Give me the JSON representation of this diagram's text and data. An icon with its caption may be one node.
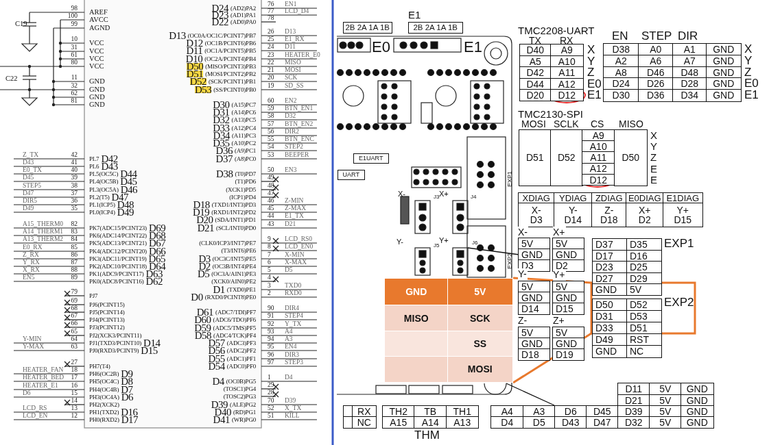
{
  "diagram": {
    "nodes": [
      {
        "text": [
          "GND",
          "5V",
          "MISO",
          "SCK",
          "SS",
          "MOSI"
        ]
      },
      {
        "text": [],
        "shape": "box"
      },
      {
        "text": [],
        "shape": "box"
      },
      {
        "text": [
          "GND"
        ]
      },
      {
        "text": [],
        "shape": "circle"
      },
      {
        "text": [
          "D6"
        ]
      }
    ],
    "edges": [
      {
        "from": 0,
        "to": 1,
        "arrow": "none",
        "style": "thick",
        "color": "#e8792d"
      },
      {
        "from": 0,
        "to": 1,
        "arrow": "none",
        "style": "thick",
        "color": "#e8792d"
      },
      {
        "from": 2,
        "to": 3,
        "arrow": "none",
        "color": "#111111"
      },
      {
        "from": 4,
        "to": 5,
        "arrow": "none",
        "color": "#111111"
      }
    ],
    "labels": [
      "C19",
      "C22",
      "98",
      "AREF",
      "100",
      "AVCC",
      "99",
      "AGND",
      "10",
      "VCC",
      "31",
      "VCC",
      "61",
      "VCC",
      "80",
      "VCC",
      "11",
      "GND",
      "32",
      "GND",
      "62",
      "GND",
      "81",
      "GND",
      "Z_TX",
      "42",
      "PL7",
      "D42",
      "D43",
      "41",
      "PL6",
      "D43",
      "E0_TX",
      "40",
      "PL5(OC5C)",
      "D44",
      "D45",
      "39",
      "PL4(OC5B)",
      "D45",
      "STEP5",
      "38",
      "PL3(OC5A)",
      "D46",
      "D47",
      "37",
      "PL2(T5)",
      "D47",
      "DIR5",
      "36",
      "PL1(ICP5)",
      "D48",
      "D49",
      "35",
      "PL0(ICP4)",
      "D49",
      "A15_THERM0",
      "82",
      "PK7(ADC15/PCINT23)",
      "D69",
      "A14_THERM1",
      "83",
      "PK6(ADC14/PCINT22)",
      "D68",
      "A13_THERM2",
      "84",
      "PK5(ADC13/PCINT21)",
      "D67",
      "E0_RX",
      "85",
      "PK4(ADC12/PCINT20)",
      "D66",
      "Z_RX",
      "86",
      "PK3(ADC11/PCINT19)",
      "D65",
      "Y_RX",
      "87",
      "PK2(ADC10/PCINT18)",
      "D64",
      "X_RX",
      "88",
      "PK1(ADC9/PCINT17)",
      "D63",
      "EN5",
      "89",
      "PK0(ADC8/PCINT16)",
      "D62",
      "79",
      "PJ7",
      "69",
      "PJ6(PCINT15)",
      "68",
      "PJ5(PCINT14)",
      "67",
      "PJ4(PCINT13)",
      "66",
      "PJ3(PCINT12)",
      "65",
      "PJ2(XCK3/PCINT11)",
      "Y-MIN",
      "64",
      "PJ1(TXD3/PCINT10)",
      "D14",
      "Y-MAX",
      "63",
      "PJ0(RXD3/PCINT9)",
      "D15",
      "27",
      "PH7(T4)",
      "HEATER_FAN",
      "18",
      "PH6(OC2B)",
      "D9",
      "HEATER_BED",
      "17",
      "PH5(OC4C)",
      "D8",
      "HEATER_E1",
      "16",
      "PH4(OC4B)",
      "D7",
      "D6",
      "15",
      "PH3(OC4A)",
      "D6",
      "14",
      "PH2(XCK2)",
      "LCD_RS",
      "13",
      "PH1(TXD2)",
      "D16",
      "LCD_EN",
      "12",
      "PH0(RXD2)",
      "D17",
      "D24",
      "(AD2)PA2",
      "76",
      "EN1",
      "D23",
      "(AD1)PA1",
      "77",
      "LCD_D4",
      "D22",
      "(AD0)PA0",
      "78",
      "D13",
      "(OC0A/OC1C/PCINT7)PB7",
      "26",
      "D13",
      "D12",
      "(OC1B/PCINT6)PB6",
      "25",
      "E1_RX",
      "D11",
      "(OC1A/PCINT5)PB5",
      "24",
      "D11",
      "D10",
      "(OC2A/PCINT4)PB4",
      "23",
      "HEATER_E0",
      "D50",
      "(MISO/PCINT3)PB3",
      "22",
      "MISO",
      "D51",
      "(MOSI/PCINT2)PB2",
      "21",
      "MOSI",
      "D52",
      "(SCK/PCINT1)PB1",
      "20",
      "SCK",
      "D53",
      "(SS/PCINT0)PB0",
      "19",
      "SD_SS",
      "D30",
      "(A15)PC7",
      "60",
      "EN2",
      "D31",
      "(A14)PC6",
      "59",
      "BTN_EN1",
      "D32",
      "(A13)PC5",
      "58",
      "D32",
      "D33",
      "(A12)PC4",
      "57",
      "BTN_EN2",
      "D34",
      "(A11)PC3",
      "56",
      "DIR2",
      "D35",
      "(A10)PC2",
      "55",
      "BTN_ENC",
      "D36",
      "(A9)PC1",
      "54",
      "STEP2",
      "D37",
      "(A8)PC0",
      "53",
      "BEEPER",
      "D38",
      "(T0)PD7",
      "50",
      "EN3",
      "(T1)PD6",
      "49",
      "(XCK1)PD5",
      "48",
      "(ICP1)PD4",
      "47",
      "D18",
      "(TXD1/INT3)PD3",
      "46",
      "Z-MIN",
      "D19",
      "(RXD1/INT2)PD2",
      "45",
      "Z-MAX",
      "D20",
      "(SDA/INT1)PD1",
      "44",
      "E1_TX",
      "D21",
      "(SCL/INT0)PD0",
      "43",
      "D21",
      "(CLK0/ICP3/INT7)PE7",
      "9",
      "LCD_RS0",
      "(T3/INT6)PE6",
      "8",
      "LCD_EN0",
      "D3",
      "(OC3C/INT5)PE5",
      "7",
      "X-MIN",
      "D2",
      "(OC3B/INT4)PE4",
      "6",
      "X-MAX",
      "D5",
      "(OC3A/AIN1)PE3",
      "5",
      "D5",
      "(XCK0/AIN0)PE2",
      "4",
      "D1",
      "(TXD0)PE1",
      "3",
      "TXD0",
      "D0",
      "(RXD0/PCINT8)PE0",
      "2",
      "RXD0",
      "D61",
      "(ADC7/TDI)PF7",
      "90",
      "DIR4",
      "D60",
      "(ADC6/TDO)PF6",
      "91",
      "STEP4",
      "D59",
      "(ADC5/TMS)PF5",
      "92",
      "Y_TX",
      "D58",
      "(ADC4/TCK)PF4",
      "93",
      "A4",
      "D57",
      "(ADC3)PF3",
      "94",
      "A3",
      "D56",
      "(ADC2)PF2",
      "95",
      "EN4",
      "D55",
      "(ADC1)PF1",
      "96",
      "DIR3",
      "D54",
      "(ADC0)PF0",
      "97",
      "STEP3",
      "D4",
      "(OC0B)PG5",
      "1",
      "D4",
      "(TOSC1)PG4",
      "29",
      "(TOSC2)PG3",
      "28",
      "D39",
      "(ALE)PG2",
      "70",
      "D39",
      "D40",
      "(RD)PG1",
      "52",
      "X_TX",
      "D41",
      "(WR)PG0",
      "51",
      "KILL",
      "2B 2A 1A 1B",
      "E1",
      "2B 2A 1A 1B",
      "E0",
      "E1",
      "E1UART",
      "UART",
      "X-",
      "X+",
      "J3",
      "J4",
      "Y-",
      "Y+",
      "J5",
      "J6",
      "EXP1",
      "EXP2",
      "TMC2208-UART",
      "TX",
      "RX",
      "D40",
      "A9",
      "X",
      "A5",
      "A10",
      "Y",
      "D42",
      "A11",
      "Z",
      "D44",
      "A12",
      "E0",
      "D20",
      "D12",
      "E1",
      "EN",
      "STEP",
      "DIR",
      "D38",
      "A0",
      "A1",
      "GND",
      "X",
      "A2",
      "A6",
      "A7",
      "GND",
      "Y",
      "A8",
      "D46",
      "D48",
      "GND",
      "Z",
      "D24",
      "D26",
      "D28",
      "GND",
      "E0",
      "D30",
      "D36",
      "D34",
      "GND",
      "E1",
      "TMC2130-SPI",
      "MOSI",
      "SCLK",
      "CS",
      "MISO",
      "D51",
      "D52",
      "A9",
      "A10",
      "A11",
      "A12",
      "D12",
      "D50",
      "X",
      "Y",
      "Z",
      "E",
      "E",
      "XDIAG",
      "YDIAG",
      "ZDIAG",
      "E0DIAG",
      "E1DIAG",
      "X-",
      "D3",
      "Y-",
      "D14",
      "Z-",
      "D18",
      "X+",
      "D2",
      "Y+",
      "D15",
      "X-",
      "5V",
      "D3",
      "X+",
      "5V",
      "GND",
      "D2",
      "D37",
      "D35",
      "EXP1",
      "D17",
      "D16",
      "D23",
      "D25",
      "D27",
      "D29",
      "GND",
      "5V",
      "Y-",
      "5V",
      "GND",
      "D14",
      "Y+",
      "5V",
      "GND",
      "D15",
      "D50",
      "D52",
      "EXP2",
      "D31",
      "D53",
      "D33",
      "D51",
      "D49",
      "RST",
      "GND",
      "NC",
      "Z-",
      "5V",
      "GND",
      "D18",
      "Z+",
      "5V",
      "GND",
      "D19",
      "D11",
      "5V",
      "GND",
      "D21",
      "5V",
      "GND",
      "RX",
      "NC",
      "TH2",
      "TB",
      "TH1",
      "A15",
      "A14",
      "A13",
      "THM",
      "A4",
      "A3",
      "D45",
      "D39",
      "5V",
      "GND",
      "D4",
      "D5",
      "D43",
      "D47",
      "D32",
      "5V",
      "GND"
    ]
  }
}
